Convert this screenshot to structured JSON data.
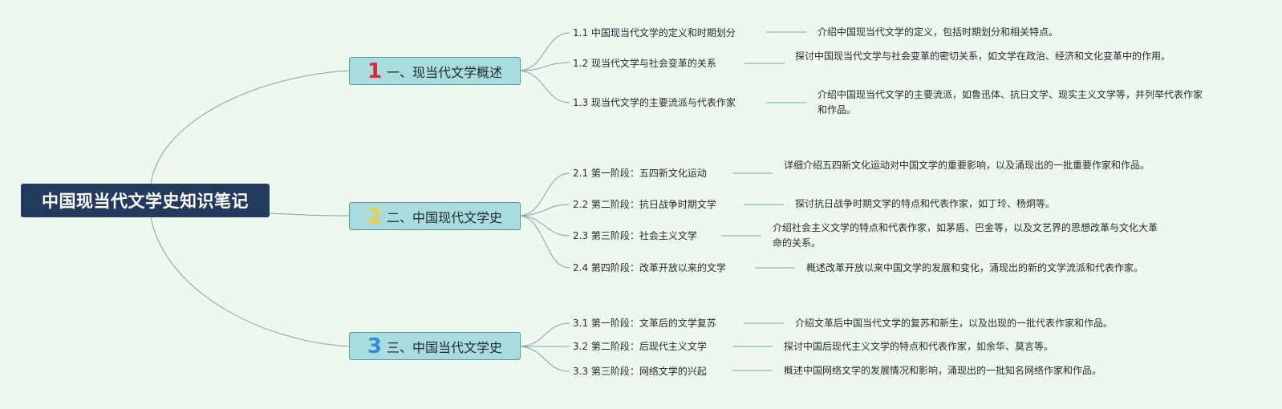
{
  "colors": {
    "background": "#eef8f1",
    "root_fill": "#223a5e",
    "branch_fill": "#a9dcdf",
    "branch_border": "#4e9e97",
    "connector": "#7aa89e",
    "num1": "#e0283a",
    "num2": "#f3cc3a",
    "num3": "#2f8fdc"
  },
  "root": {
    "title": "中国现当代文学史知识笔记"
  },
  "branches": [
    {
      "num": "1",
      "title": "一、现当代文学概述",
      "items": [
        {
          "label": "1.1 中国现当代文学的定义和时期划分",
          "desc": "介绍中国现当代文学的定义，包括时期划分和相关特点。"
        },
        {
          "label": "1.2 现当代文学与社会变革的关系",
          "desc": "探讨中国现当代文学与社会变革的密切关系，如文学在政治、经济和文化变革中的作用。"
        },
        {
          "label": "1.3 现当代文学的主要流派与代表作家",
          "desc": "介绍中国现当代文学的主要流派，如鲁迅体、抗日文学、现实主义文学等，并列举代表作家和作品。"
        }
      ]
    },
    {
      "num": "2",
      "title": "二、中国现代文学史",
      "items": [
        {
          "label": "2.1 第一阶段：五四新文化运动",
          "desc": "详细介绍五四新文化运动对中国文学的重要影响，以及涌现出的一批重要作家和作品。"
        },
        {
          "label": "2.2 第二阶段：抗日战争时期文学",
          "desc": "探讨抗日战争时期文学的特点和代表作家，如丁玲、杨炯等。"
        },
        {
          "label": "2.3 第三阶段：社会主义文学",
          "desc": "介绍社会主义文学的特点和代表作家，如茅盾、巴金等，以及文艺界的思想改革与文化大革命的关系。"
        },
        {
          "label": "2.4 第四阶段：改革开放以来的文学",
          "desc": "概述改革开放以来中国文学的发展和变化，涌现出的新的文学流派和代表作家。"
        }
      ]
    },
    {
      "num": "3",
      "title": "三、中国当代文学史",
      "items": [
        {
          "label": "3.1 第一阶段：文革后的文学复苏",
          "desc": "介绍文革后中国当代文学的复苏和新生，以及出现的一批代表作家和作品。"
        },
        {
          "label": "3.2 第二阶段：后现代主义文学",
          "desc": "探讨中国后现代主义文学的特点和代表作家，如余华、莫言等。"
        },
        {
          "label": "3.3 第三阶段：网络文学的兴起",
          "desc": "概述中国网络文学的发展情况和影响，涌现出的一批知名网络作家和作品。"
        }
      ]
    }
  ]
}
